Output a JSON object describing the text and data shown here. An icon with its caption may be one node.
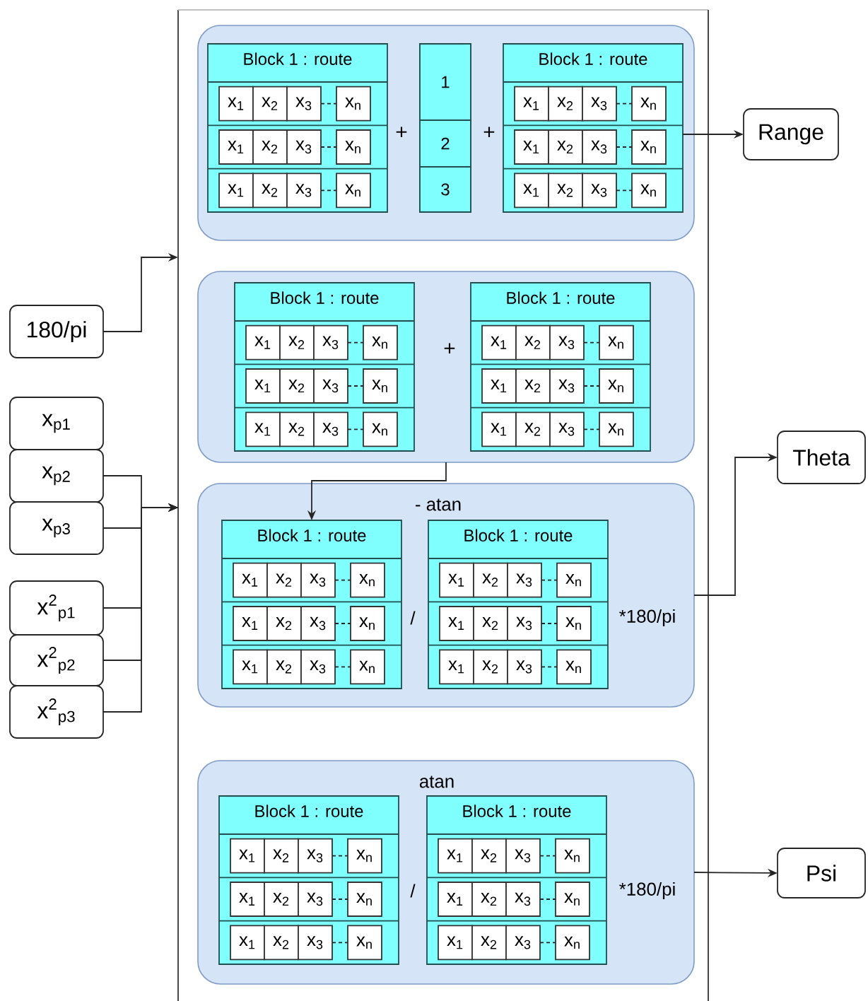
{
  "diagram": {
    "nodes": [
      {
        "text": [],
        "shape": "box"
      },
      {
        "text": [
          "+",
          "+"
        ],
        "in": 0
      },
      {
        "text": [
          "Block 1 : route"
        ],
        "in": 1
      },
      {
        "text": [
          "x$_{1}$"
        ],
        "in": 2
      },
      {
        "text": [
          "x$_{2}$"
        ],
        "in": 2
      },
      {
        "text": [
          "x$_{3}$"
        ],
        "in": 2
      },
      {
        "text": [
          "x$_{n}$"
        ],
        "in": 2
      },
      {
        "text": [
          "x$_{1}$"
        ],
        "in": 2
      },
      {
        "text": [
          "x$_{2}$"
        ],
        "in": 2
      },
      {
        "text": [
          "x$_{3}$"
        ],
        "in": 2
      },
      {
        "text": [
          "x$_{n}$"
        ],
        "in": 2
      },
      {
        "text": [
          "x$_{1}$"
        ],
        "in": 2
      },
      {
        "text": [
          "x$_{2}$"
        ],
        "in": 2
      },
      {
        "text": [
          "x$_{3}$"
        ],
        "in": 2
      },
      {
        "text": [
          "x$_{n}$"
        ],
        "in": 2
      },
      {
        "text": [],
        "shape": "box",
        "in": 1
      },
      {
        "text": [
          "1"
        ],
        "in": 15
      },
      {
        "text": [
          "2"
        ],
        "in": 15
      },
      {
        "text": [
          "3"
        ],
        "in": 15
      },
      {
        "text": [
          "Block 1 : route"
        ],
        "in": 1
      },
      {
        "text": [
          "x$_{1}$"
        ],
        "in": 19
      },
      {
        "text": [
          "x$_{2}$"
        ],
        "in": 19
      },
      {
        "text": [
          "x$_{3}$"
        ],
        "in": 19
      },
      {
        "text": [
          "x$_{n}$"
        ],
        "in": 19
      },
      {
        "text": [
          "x$_{1}$"
        ],
        "in": 19
      },
      {
        "text": [
          "x$_{2}$"
        ],
        "in": 19
      },
      {
        "text": [
          "x$_{3}$"
        ],
        "in": 19
      },
      {
        "text": [
          "x$_{n}$"
        ],
        "in": 19
      },
      {
        "text": [
          "x$_{1}$"
        ],
        "in": 19
      },
      {
        "text": [
          "x$_{2}$"
        ],
        "in": 19
      },
      {
        "text": [
          "x$_{3}$"
        ],
        "in": 19
      },
      {
        "text": [
          "x$_{n}$"
        ],
        "in": 19
      },
      {
        "text": [
          "+"
        ],
        "in": 0
      },
      {
        "text": [
          "Block 1 : route"
        ],
        "in": 32
      },
      {
        "text": [
          "x$_{1}$"
        ],
        "in": 33
      },
      {
        "text": [
          "x$_{2}$"
        ],
        "in": 33
      },
      {
        "text": [
          "x$_{3}$"
        ],
        "in": 33
      },
      {
        "text": [
          "x$_{n}$"
        ],
        "in": 33
      },
      {
        "text": [
          "x$_{1}$"
        ],
        "in": 33
      },
      {
        "text": [
          "x$_{2}$"
        ],
        "in": 33
      },
      {
        "text": [
          "x$_{3}$"
        ],
        "in": 33
      },
      {
        "text": [
          "x$_{n}$"
        ],
        "in": 33
      },
      {
        "text": [
          "x$_{1}$"
        ],
        "in": 33
      },
      {
        "text": [
          "x$_{2}$"
        ],
        "in": 33
      },
      {
        "text": [
          "x$_{3}$"
        ],
        "in": 33
      },
      {
        "text": [
          "x$_{n}$"
        ],
        "in": 33
      },
      {
        "text": [
          "Block 1 : route"
        ],
        "in": 32
      },
      {
        "text": [
          "x$_{1}$"
        ],
        "in": 46
      },
      {
        "text": [
          "x$_{2}$"
        ],
        "in": 46
      },
      {
        "text": [
          "x$_{3}$"
        ],
        "in": 46
      },
      {
        "text": [
          "x$_{n}$"
        ],
        "in": 46
      },
      {
        "text": [
          "x$_{1}$"
        ],
        "in": 46
      },
      {
        "text": [
          "x$_{2}$"
        ],
        "in": 46
      },
      {
        "text": [
          "x$_{3}$"
        ],
        "in": 46
      },
      {
        "text": [
          "x$_{n}$"
        ],
        "in": 46
      },
      {
        "text": [
          "x$_{1}$"
        ],
        "in": 46
      },
      {
        "text": [
          "x$_{2}$"
        ],
        "in": 46
      },
      {
        "text": [
          "x$_{3}$"
        ],
        "in": 46
      },
      {
        "text": [
          "x$_{n}$"
        ],
        "in": 46
      },
      {
        "text": [
          "- atan",
          "/",
          "*180/pi"
        ],
        "in": 0
      },
      {
        "text": [
          "Block 1 : route"
        ],
        "in": 59
      },
      {
        "text": [
          "x$_{1}$"
        ],
        "in": 60
      },
      {
        "text": [
          "x$_{2}$"
        ],
        "in": 60
      },
      {
        "text": [
          "x$_{3}$"
        ],
        "in": 60
      },
      {
        "text": [
          "x$_{n}$"
        ],
        "in": 60
      },
      {
        "text": [
          "x$_{1}$"
        ],
        "in": 60
      },
      {
        "text": [
          "x$_{2}$"
        ],
        "in": 60
      },
      {
        "text": [
          "x$_{3}$"
        ],
        "in": 60
      },
      {
        "text": [
          "x$_{n}$"
        ],
        "in": 60
      },
      {
        "text": [
          "x$_{1}$"
        ],
        "in": 60
      },
      {
        "text": [
          "x$_{2}$"
        ],
        "in": 60
      },
      {
        "text": [
          "x$_{3}$"
        ],
        "in": 60
      },
      {
        "text": [
          "x$_{n}$"
        ],
        "in": 60
      },
      {
        "text": [
          "Block 1 : route"
        ],
        "in": 59
      },
      {
        "text": [
          "x$_{1}$"
        ],
        "in": 73
      },
      {
        "text": [
          "x$_{2}$"
        ],
        "in": 73
      },
      {
        "text": [
          "x$_{3}$"
        ],
        "in": 73
      },
      {
        "text": [
          "x$_{n}$"
        ],
        "in": 73
      },
      {
        "text": [
          "x$_{1}$"
        ],
        "in": 73
      },
      {
        "text": [
          "x$_{2}$"
        ],
        "in": 73
      },
      {
        "text": [
          "x$_{3}$"
        ],
        "in": 73
      },
      {
        "text": [
          "x$_{n}$"
        ],
        "in": 73
      },
      {
        "text": [
          "x$_{1}$"
        ],
        "in": 73
      },
      {
        "text": [
          "x$_{2}$"
        ],
        "in": 73
      },
      {
        "text": [
          "x$_{3}$"
        ],
        "in": 73
      },
      {
        "text": [
          "x$_{n}$"
        ],
        "in": 73
      },
      {
        "text": [
          "atan",
          "/",
          "*180/pi"
        ],
        "in": 0
      },
      {
        "text": [
          "Block 1 : route"
        ],
        "in": 86
      },
      {
        "text": [
          "x$_{1}$"
        ],
        "in": 87
      },
      {
        "text": [
          "x$_{2}$"
        ],
        "in": 87
      },
      {
        "text": [
          "x$_{3}$"
        ],
        "in": 87
      },
      {
        "text": [
          "x$_{n}$"
        ],
        "in": 87
      },
      {
        "text": [
          "x$_{1}$"
        ],
        "in": 87
      },
      {
        "text": [
          "x$_{2}$"
        ],
        "in": 87
      },
      {
        "text": [
          "x$_{3}$"
        ],
        "in": 87
      },
      {
        "text": [
          "x$_{n}$"
        ],
        "in": 87
      },
      {
        "text": [
          "x$_{1}$"
        ],
        "in": 87
      },
      {
        "text": [
          "x$_{2}$"
        ],
        "in": 87
      },
      {
        "text": [
          "x$_{3}$"
        ],
        "in": 87
      },
      {
        "text": [
          "x$_{n}$"
        ],
        "in": 87
      },
      {
        "text": [
          "Block 1 : route"
        ],
        "in": 86
      },
      {
        "text": [
          "x$_{1}$"
        ],
        "in": 100
      },
      {
        "text": [
          "x$_{2}$"
        ],
        "in": 100
      },
      {
        "text": [
          "x$_{3}$"
        ],
        "in": 100
      },
      {
        "text": [
          "x$_{n}$"
        ],
        "in": 100
      },
      {
        "text": [
          "x$_{1}$"
        ],
        "in": 100
      },
      {
        "text": [
          "x$_{2}$"
        ],
        "in": 100
      },
      {
        "text": [
          "x$_{3}$"
        ],
        "in": 100
      },
      {
        "text": [
          "x$_{n}$"
        ],
        "in": 100
      },
      {
        "text": [
          "x$_{1}$"
        ],
        "in": 100
      },
      {
        "text": [
          "x$_{2}$"
        ],
        "in": 100
      },
      {
        "text": [
          "x$_{3}$"
        ],
        "in": 100
      },
      {
        "text": [
          "x$_{n}$"
        ],
        "in": 100
      },
      {
        "text": [
          "180/pi"
        ]
      },
      {
        "text": [
          "x$_{p1}$"
        ]
      },
      {
        "text": [
          "x$_{p2}$"
        ]
      },
      {
        "text": [
          "x$_{p3}$"
        ]
      },
      {
        "text": [
          "x$^{2}$$_{p1}$"
        ]
      },
      {
        "text": [
          "x$^{2}$$_{p2}$"
        ]
      },
      {
        "text": [
          "x$^{2}$$_{p3}$"
        ]
      },
      {
        "text": [
          "Range"
        ]
      },
      {
        "text": [
          "Theta"
        ]
      },
      {
        "text": [
          "Psi"
        ]
      }
    ],
    "edges": [
      {
        "from": 113,
        "to": 0,
        "arrow": "to"
      },
      {
        "from": 115,
        "to": 0,
        "arrow": "to"
      },
      {
        "from": 116,
        "to": 0,
        "arrow": "to"
      },
      {
        "from": 117,
        "to": 0,
        "arrow": "to"
      },
      {
        "from": 118,
        "to": 0,
        "arrow": "to"
      },
      {
        "from": 119,
        "to": 0,
        "arrow": "to"
      },
      {
        "from": 19,
        "to": 120,
        "arrow": "to"
      },
      {
        "from": 32,
        "to": 60,
        "arrow": "to"
      },
      {
        "from": 59,
        "to": 121,
        "arrow": "to"
      },
      {
        "from": 86,
        "to": 122,
        "arrow": "to"
      },
      {
        "from": 5,
        "to": 6,
        "arrow": "none",
        "style": "dashed"
      },
      {
        "from": 9,
        "to": 10,
        "arrow": "none",
        "style": "dashed"
      },
      {
        "from": 13,
        "to": 14,
        "arrow": "none",
        "style": "dashed"
      },
      {
        "from": 22,
        "to": 23,
        "arrow": "none",
        "style": "dashed"
      },
      {
        "from": 26,
        "to": 27,
        "arrow": "none",
        "style": "dashed"
      },
      {
        "from": 30,
        "to": 31,
        "arrow": "none",
        "style": "dashed"
      },
      {
        "from": 36,
        "to": 37,
        "arrow": "none",
        "style": "dashed"
      },
      {
        "from": 40,
        "to": 41,
        "arrow": "none",
        "style": "dashed"
      },
      {
        "from": 44,
        "to": 45,
        "arrow": "none",
        "style": "dashed"
      },
      {
        "from": 49,
        "to": 50,
        "arrow": "none",
        "style": "dashed"
      },
      {
        "from": 53,
        "to": 54,
        "arrow": "none",
        "style": "dashed"
      },
      {
        "from": 57,
        "to": 58,
        "arrow": "none",
        "style": "dashed"
      },
      {
        "from": 63,
        "to": 64,
        "arrow": "none",
        "style": "dashed"
      },
      {
        "from": 67,
        "to": 68,
        "arrow": "none",
        "style": "dashed"
      },
      {
        "from": 71,
        "to": 72,
        "arrow": "none",
        "style": "dashed"
      },
      {
        "from": 76,
        "to": 77,
        "arrow": "none",
        "style": "dashed"
      },
      {
        "from": 80,
        "to": 81,
        "arrow": "none",
        "style": "dashed"
      },
      {
        "from": 84,
        "to": 85,
        "arrow": "none",
        "style": "dashed"
      },
      {
        "from": 90,
        "to": 91,
        "arrow": "none",
        "style": "dashed"
      },
      {
        "from": 94,
        "to": 95,
        "arrow": "none",
        "style": "dashed"
      },
      {
        "from": 98,
        "to": 99,
        "arrow": "none",
        "style": "dashed"
      },
      {
        "from": 103,
        "to": 104,
        "arrow": "none",
        "style": "dashed"
      },
      {
        "from": 107,
        "to": 108,
        "arrow": "none",
        "style": "dashed"
      },
      {
        "from": 111,
        "to": 112,
        "arrow": "none",
        "style": "dashed"
      }
    ]
  }
}
